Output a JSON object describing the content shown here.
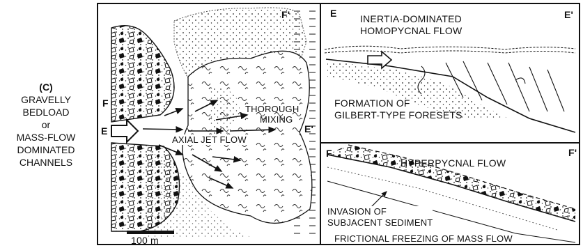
{
  "side_label": {
    "lines": [
      "(C)",
      "GRAVELLY",
      "BEDLOAD",
      "or",
      "MASS-FLOW",
      "DOMINATED",
      "CHANNELS"
    ]
  },
  "plan_view": {
    "section_labels": {
      "f": "F",
      "f_prime": "F'",
      "e": "E",
      "e_prime": "E'"
    },
    "thorough_mixing": [
      "THOROUGH",
      "MIXING"
    ],
    "axial_jet_flow": "AXIAL JET FLOW",
    "scale_bar": "100 m"
  },
  "upper_section": {
    "left_label": "E",
    "right_label": "E'",
    "title": [
      "INERTIA-DOMINATED",
      "HOMOPYCNAL FLOW"
    ],
    "caption": [
      "FORMATION OF",
      "GILBERT-TYPE FORESETS"
    ]
  },
  "lower_section": {
    "left_label": "F",
    "right_label": "F'",
    "title": "HYPERPYCNAL FLOW",
    "invasion": [
      "INVASION OF",
      "SUBJACENT SEDIMENT"
    ],
    "frictional": "FRICTIONAL FREEZING OF MASS FLOW"
  }
}
